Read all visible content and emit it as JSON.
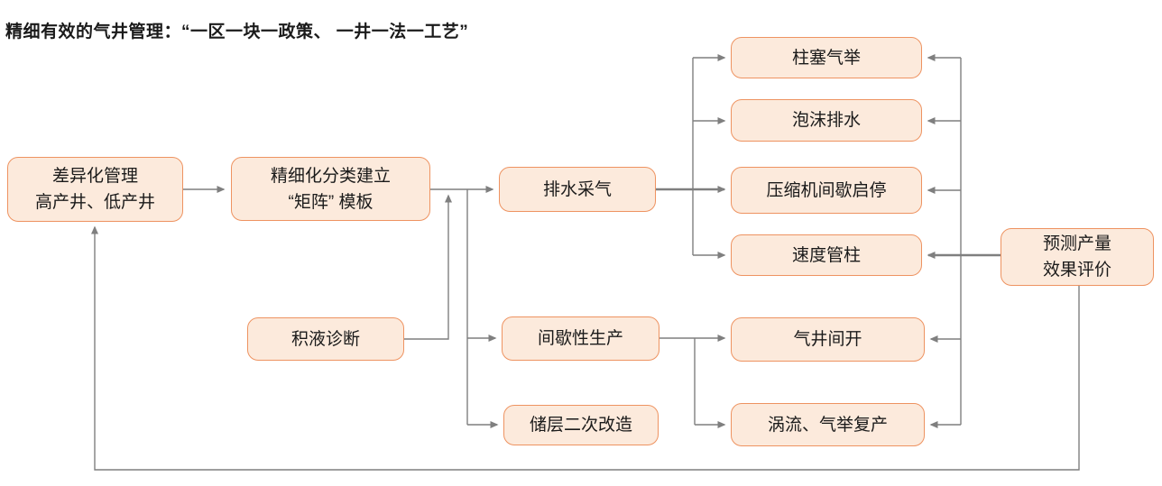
{
  "title": "精细有效的气井管理：“一区一块一政策、 一井一法一工艺”",
  "colors": {
    "background": "#FFFFFF",
    "box_fill": "#FCEADC",
    "box_border": "#EE9361",
    "connector": "#7F7F7F",
    "text": "#1A1A1A"
  },
  "nodes": {
    "diff_mgmt": {
      "label": "差异化管理\n高产井、低产井"
    },
    "matrix_template": {
      "label": "精细化分类建立\n“矩阵” 模板"
    },
    "liquid_diag": {
      "label": "积液诊断"
    },
    "drainage": {
      "label": "排水采气"
    },
    "intermittent": {
      "label": "间歇性生产"
    },
    "restimulation": {
      "label": "储层二次改造"
    },
    "plunger": {
      "label": "柱塞气举"
    },
    "foam": {
      "label": "泡沫排水"
    },
    "compressor": {
      "label": "压缩机间歇启停"
    },
    "velocity_string": {
      "label": "速度管柱"
    },
    "well_opening": {
      "label": "气井间开"
    },
    "vortex": {
      "label": "涡流、气举复产"
    },
    "prediction": {
      "label": "预测产量\n效果评价"
    }
  }
}
